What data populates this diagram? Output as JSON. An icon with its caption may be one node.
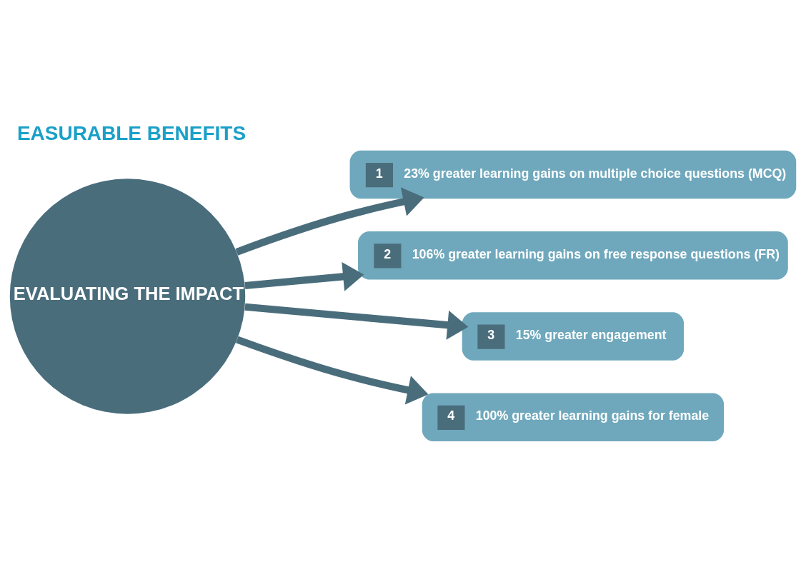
{
  "diagram": {
    "title": "EASURABLE BENEFITS",
    "nodes": [
      {
        "text": [
          "EVALUATING THE IMPACT"
        ]
      },
      {
        "text": [
          "1",
          "23% greater learning gains on multiple choice questions (MCQ)"
        ]
      },
      {
        "text": [
          "2",
          "106% greater learning gains on free response questions (FR)"
        ]
      },
      {
        "text": [
          "3",
          "15% greater engagement"
        ]
      },
      {
        "text": [
          "4",
          "100% greater learning gains for female"
        ]
      }
    ],
    "edges": [
      {
        "from": 0,
        "to": 1,
        "arrow": "to"
      },
      {
        "from": 0,
        "to": 2,
        "arrow": "to"
      },
      {
        "from": 0,
        "to": 3,
        "arrow": "to"
      },
      {
        "from": 0,
        "to": 4,
        "arrow": "to"
      }
    ]
  }
}
